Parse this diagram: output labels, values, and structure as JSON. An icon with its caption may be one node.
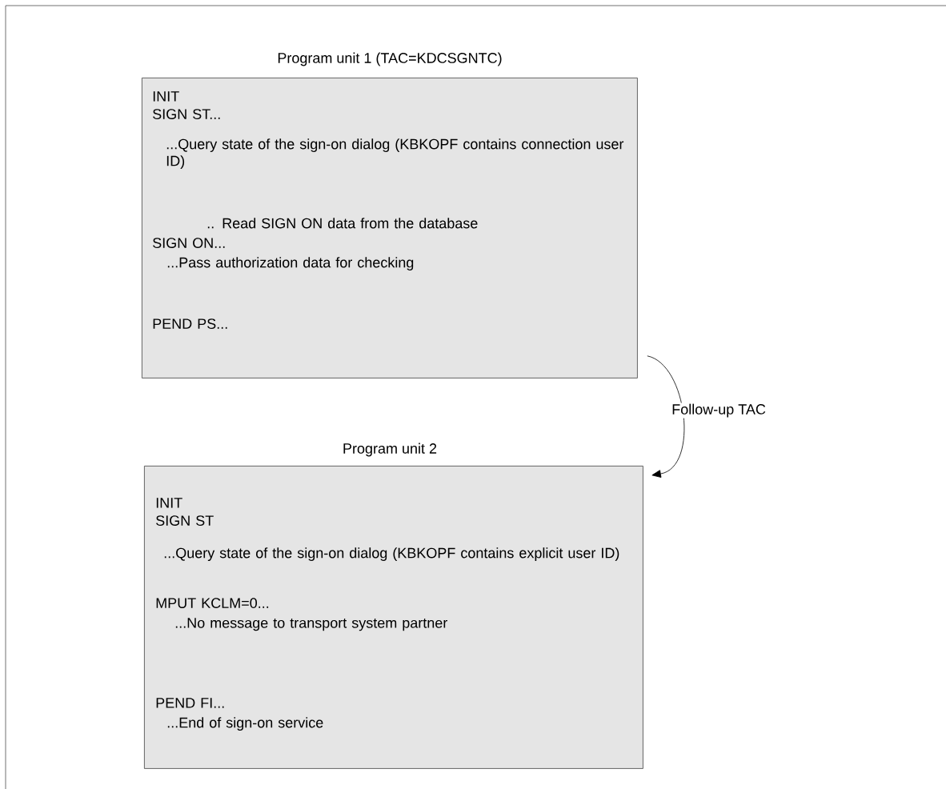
{
  "diagram": {
    "nodes": [
      {
        "text": [
          "Program unit 1 (TAC=KDCSGNTC)",
          "INIT",
          "SIGN ST...",
          "...Query state of the sign-on dialog (KBKOPF contains connection user ID)",
          ".. Read SIGN ON data from the database",
          "SIGN ON...",
          "...Pass authorization data for checking",
          "PEND PS..."
        ]
      },
      {
        "text": [
          "Program unit 2",
          "INIT",
          "SIGN ST",
          "...Query state of the sign-on dialog (KBKOPF contains explicit user ID)",
          "MPUT KCLM=0...",
          "...No message to transport system partner",
          "PEND FI...",
          "...End of sign-on service"
        ]
      }
    ],
    "edges": [
      {
        "from": 0,
        "to": 1,
        "arrow": "to",
        "label": "Follow-up TAC"
      }
    ]
  }
}
